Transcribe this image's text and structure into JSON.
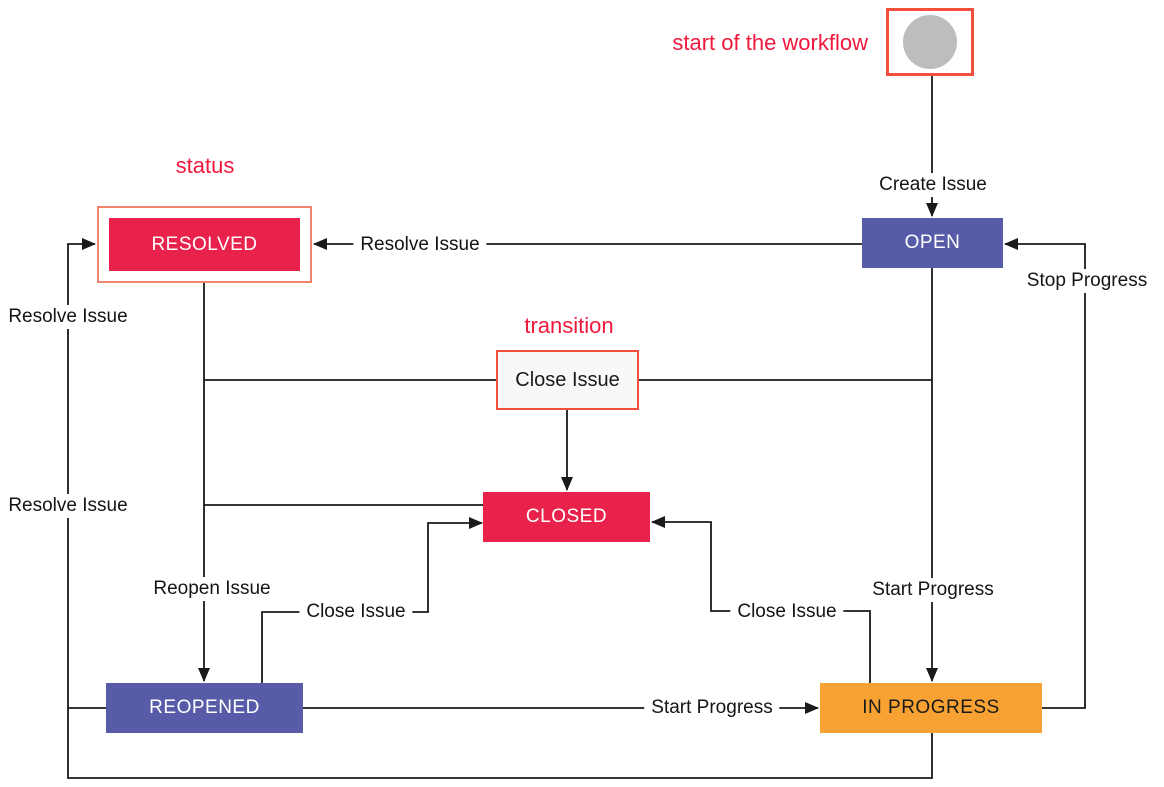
{
  "diagram": {
    "annotations": {
      "start_label": "start of the workflow",
      "status_label": "status",
      "transition_label": "transition"
    },
    "states": {
      "open": "OPEN",
      "resolved": "RESOLVED",
      "closed": "CLOSED",
      "reopened": "REOPENED",
      "in_progress": "IN PROGRESS"
    },
    "transition_box": "Close Issue",
    "edge_labels": {
      "create_issue": "Create Issue",
      "resolve_issue_mid": "Resolve Issue",
      "resolve_issue_left_upper": "Resolve Issue",
      "resolve_issue_left_lower": "Resolve Issue",
      "stop_progress": "Stop Progress",
      "start_progress_open": "Start Progress",
      "start_progress_bottom": "Start Progress",
      "reopen_issue": "Reopen Issue",
      "close_issue_left": "Close Issue",
      "close_issue_right": "Close Issue"
    },
    "colors": {
      "state_blue": "#585ca8",
      "state_red": "#e8224a",
      "state_orange": "#f7a233",
      "highlight_border": "#f2503c",
      "resolved_outline": "#f4836b",
      "annotation_red": "#f0183c",
      "line_black": "#1a1a1a",
      "start_circle_gray": "#bdbdbd"
    }
  }
}
